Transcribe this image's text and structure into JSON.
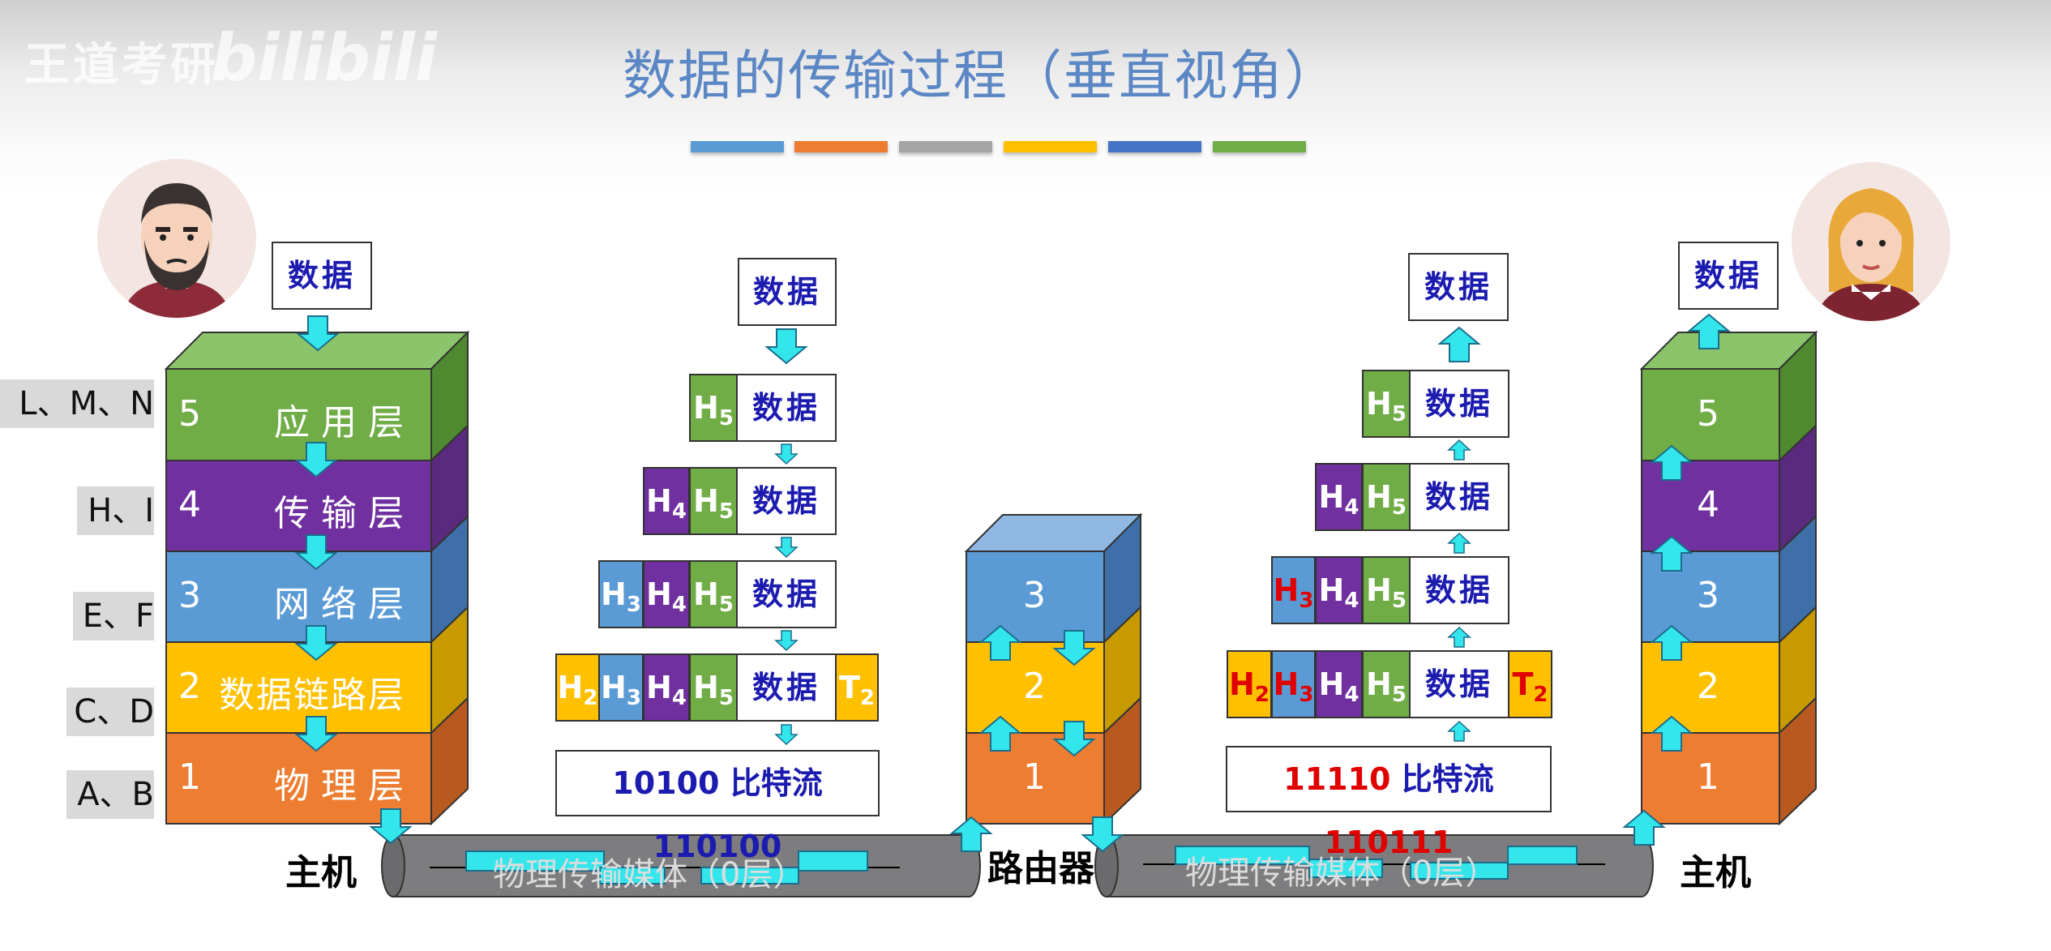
{
  "title": "数据的传输过程（垂直视角）",
  "watermark": {
    "text1": "王道考研",
    "text2": "bilibili"
  },
  "accent_colors": [
    "#5b9bd5",
    "#ed7d31",
    "#a5a5a5",
    "#ffc000",
    "#4472c4",
    "#70ad47"
  ],
  "left_host": {
    "data_label": "数据",
    "layers": [
      {
        "num": "5",
        "name": "应用层",
        "tag": "L、M、N"
      },
      {
        "num": "4",
        "name": "传输层",
        "tag": "H、I"
      },
      {
        "num": "3",
        "name": "网络层",
        "tag": "E、F"
      },
      {
        "num": "2",
        "name": "数据链路层",
        "tag": "C、D"
      },
      {
        "num": "1",
        "name": "物理层",
        "tag": "A、B"
      }
    ],
    "caption": "主机"
  },
  "encap": {
    "data": "数据",
    "h5": "H",
    "h4": "H",
    "h3": "H",
    "h2": "H",
    "t2": "T",
    "s5": "5",
    "s4": "4",
    "s3": "3",
    "s2": "2",
    "bits_prefix": "10100",
    "bits_word": "比特流",
    "bits_suffix": "110100"
  },
  "router": {
    "layers": [
      "3",
      "2",
      "1"
    ],
    "caption": "路由器"
  },
  "decap": {
    "data": "数据",
    "bits_prefix": "11110",
    "bits_word": "比特流",
    "bits_suffix": "110111"
  },
  "right_host": {
    "data_label": "数据",
    "layers": [
      "5",
      "4",
      "3",
      "2",
      "1"
    ],
    "caption": "主机"
  },
  "medium_label": "物理传输媒体（0层）"
}
